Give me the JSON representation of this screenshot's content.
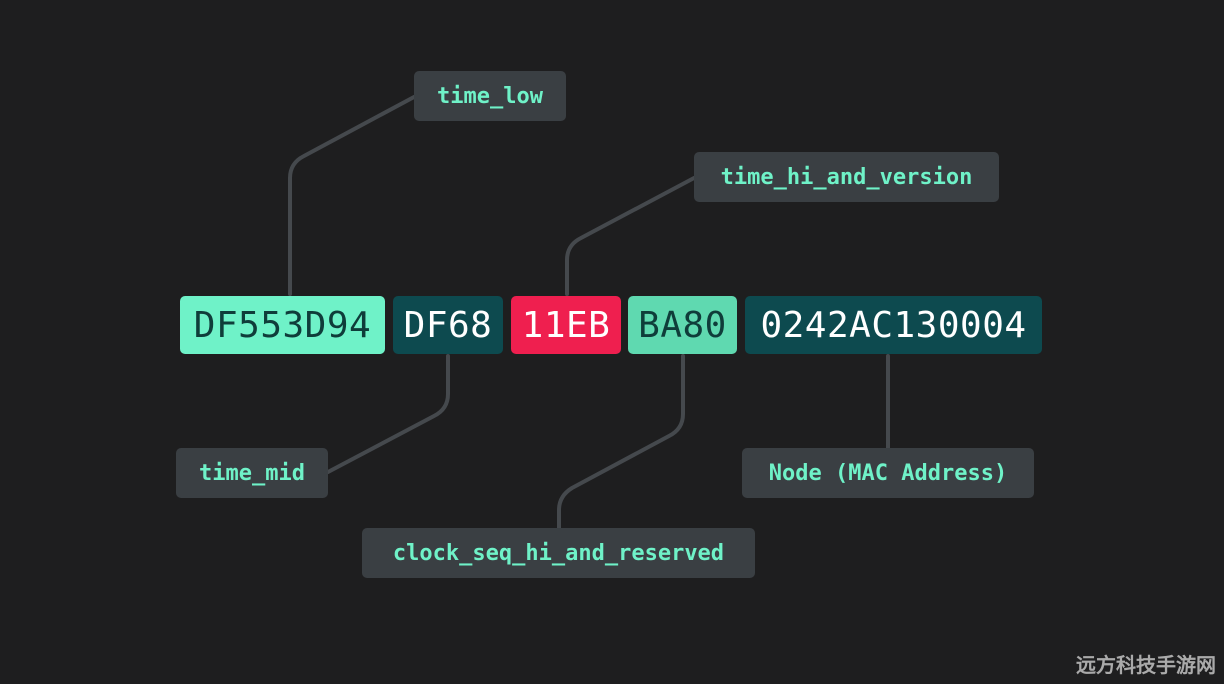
{
  "segments": [
    {
      "key": "time_low",
      "text": "DF553D94",
      "bg": "#6ff2c8",
      "fg": "#0f3d3a"
    },
    {
      "key": "time_mid",
      "text": "DF68",
      "bg": "#0d4a4f",
      "fg": "#ffffff"
    },
    {
      "key": "time_hi_and_version",
      "text": "11EB",
      "bg": "#ef1f4f",
      "fg": "#ffffff"
    },
    {
      "key": "clock_seq_hi_and_reserved",
      "text": "BA80",
      "bg": "#5fd9b0",
      "fg": "#0f3d3a"
    },
    {
      "key": "node",
      "text": "0242AC130004",
      "bg": "#0d4a4f",
      "fg": "#ffffff"
    }
  ],
  "labels": {
    "time_low": "time_low",
    "time_hi_and_version": "time_hi_and_version",
    "time_mid": "time_mid",
    "node": "Node (MAC Address)",
    "clock_seq": "clock_seq_hi_and_reserved"
  },
  "colors": {
    "background": "#1e1e1f",
    "label_bg": "#3a3f43",
    "label_text": "#6ff2c8",
    "connector": "#45494d"
  },
  "watermark": "远方科技手游网"
}
